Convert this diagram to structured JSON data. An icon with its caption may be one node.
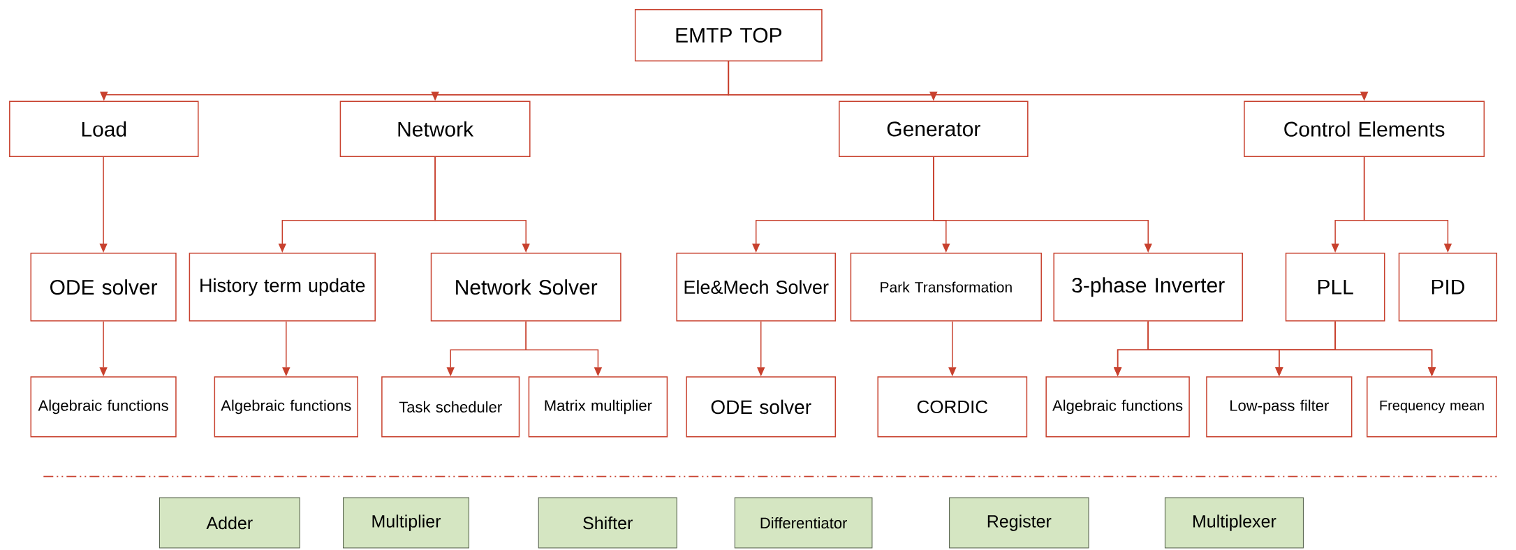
{
  "diagram": {
    "nodes": [
      {
        "text": [
          "EMTP TOP"
        ]
      },
      {
        "text": [
          "Load"
        ]
      },
      {
        "text": [
          "Network"
        ]
      },
      {
        "text": [
          "Generator"
        ]
      },
      {
        "text": [
          "Control Elements"
        ]
      },
      {
        "text": [
          "ODE solver"
        ]
      },
      {
        "text": [
          "History term update"
        ]
      },
      {
        "text": [
          "Network Solver"
        ]
      },
      {
        "text": [
          "Ele&Mech Solver"
        ]
      },
      {
        "text": [
          "Park Transformation"
        ]
      },
      {
        "text": [
          "3-phase Inverter"
        ]
      },
      {
        "text": [
          "PLL"
        ]
      },
      {
        "text": [
          "PID"
        ]
      },
      {
        "text": [
          "Algebraic functions"
        ]
      },
      {
        "text": [
          "Algebraic functions"
        ]
      },
      {
        "text": [
          "Task scheduler"
        ]
      },
      {
        "text": [
          "Matrix multiplier"
        ]
      },
      {
        "text": [
          "ODE solver"
        ]
      },
      {
        "text": [
          "CORDIC"
        ]
      },
      {
        "text": [
          "Algebraic functions"
        ]
      },
      {
        "text": [
          "Low-pass filter"
        ]
      },
      {
        "text": [
          "Frequency mean"
        ]
      },
      {
        "text": [
          "Adder"
        ]
      },
      {
        "text": [
          "Multiplier"
        ]
      },
      {
        "text": [
          "Shifter"
        ]
      },
      {
        "text": [
          "Differentiator"
        ]
      },
      {
        "text": [
          "Register"
        ]
      },
      {
        "text": [
          "Multiplexer"
        ]
      }
    ],
    "edges": [
      {
        "from": 0,
        "to": 1,
        "arrow": "to"
      },
      {
        "from": 0,
        "to": 2,
        "arrow": "to"
      },
      {
        "from": 0,
        "to": 3,
        "arrow": "to"
      },
      {
        "from": 0,
        "to": 4,
        "arrow": "to"
      },
      {
        "from": 1,
        "to": 5,
        "arrow": "to"
      },
      {
        "from": 2,
        "to": 6,
        "arrow": "to"
      },
      {
        "from": 2,
        "to": 7,
        "arrow": "to"
      },
      {
        "from": 3,
        "to": 8,
        "arrow": "to"
      },
      {
        "from": 3,
        "to": 9,
        "arrow": "to"
      },
      {
        "from": 3,
        "to": 10,
        "arrow": "to"
      },
      {
        "from": 4,
        "to": 11,
        "arrow": "to"
      },
      {
        "from": 4,
        "to": 12,
        "arrow": "to"
      },
      {
        "from": 5,
        "to": 13,
        "arrow": "to"
      },
      {
        "from": 6,
        "to": 14,
        "arrow": "to"
      },
      {
        "from": 7,
        "to": 15,
        "arrow": "to"
      },
      {
        "from": 7,
        "to": 16,
        "arrow": "to"
      },
      {
        "from": 8,
        "to": 17,
        "arrow": "to"
      },
      {
        "from": 9,
        "to": 18,
        "arrow": "to"
      },
      {
        "from": 10,
        "to": 19,
        "arrow": "to"
      },
      {
        "from": 10,
        "to": 20,
        "arrow": "to"
      },
      {
        "from": 10,
        "to": 21,
        "arrow": "to"
      },
      {
        "from": 11,
        "to": 19,
        "arrow": "to"
      },
      {
        "from": 11,
        "to": 20,
        "arrow": "to"
      },
      {
        "from": 11,
        "to": 21,
        "arrow": "to"
      }
    ]
  }
}
